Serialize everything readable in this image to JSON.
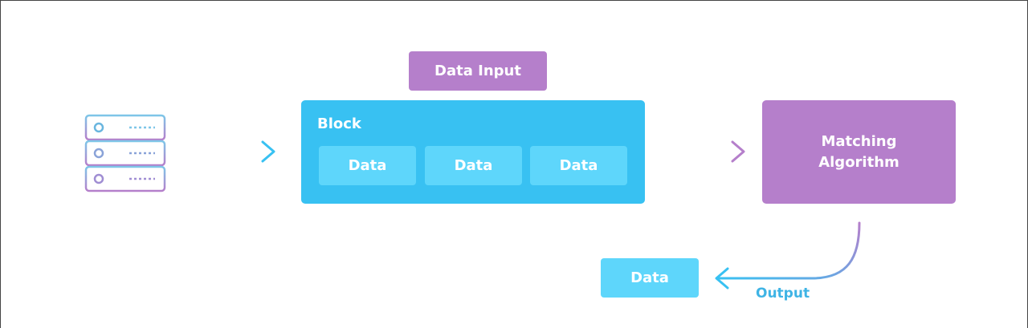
{
  "diagram": {
    "data_input_label": "Data Input",
    "block": {
      "title": "Block",
      "cells": [
        "Data",
        "Data",
        "Data"
      ]
    },
    "matching_label": "Matching\nAlgorithm",
    "output_box_label": "Data",
    "output_label": "Output"
  },
  "colors": {
    "blue": "#38c1f2",
    "light_blue": "#5ed6fb",
    "purple": "#b57fcb",
    "arrow_gradient_start": "#b57fcb",
    "arrow_gradient_end": "#38c1f2"
  },
  "icons": {
    "server": "server-stack-icon",
    "arrow": "arrow-right-icon"
  }
}
